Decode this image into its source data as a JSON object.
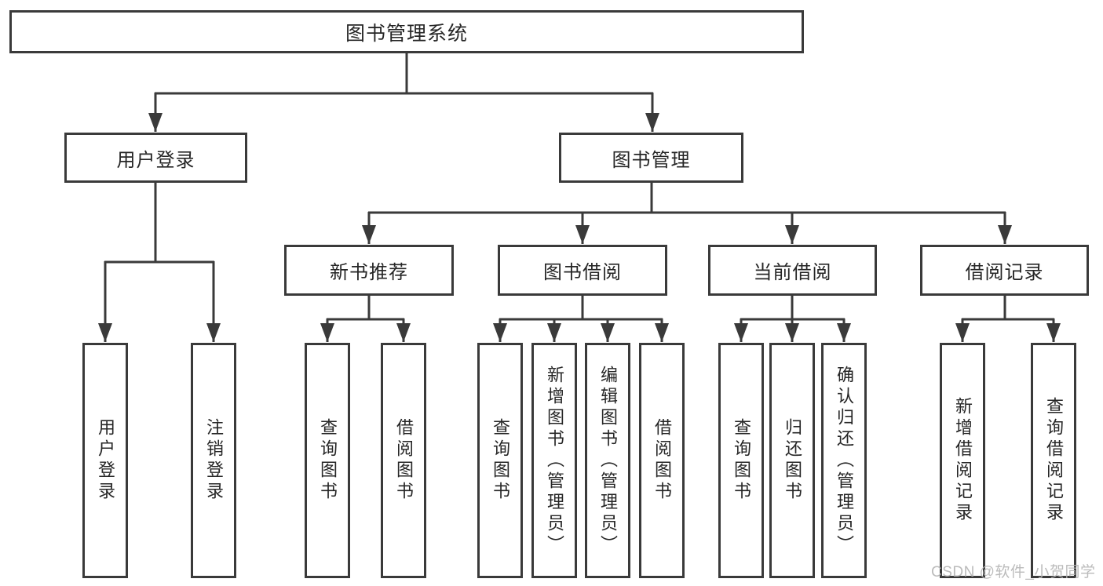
{
  "diagram": {
    "root": {
      "label": "图书管理系统"
    },
    "branches": [
      {
        "label": "用户登录",
        "children": [
          {
            "label": "用户登录"
          },
          {
            "label": "注销登录"
          }
        ]
      },
      {
        "label": "图书管理",
        "children": [
          {
            "label": "新书推荐",
            "children": [
              {
                "label": "查询图书"
              },
              {
                "label": "借阅图书"
              }
            ]
          },
          {
            "label": "图书借阅",
            "children": [
              {
                "label": "查询图书"
              },
              {
                "label": "新增图书（管理员）"
              },
              {
                "label": "编辑图书（管理员）"
              },
              {
                "label": "借阅图书"
              }
            ]
          },
          {
            "label": "当前借阅",
            "children": [
              {
                "label": "查询图书"
              },
              {
                "label": "归还图书"
              },
              {
                "label": "确认归还（管理员）"
              }
            ]
          },
          {
            "label": "借阅记录",
            "children": [
              {
                "label": "新增借阅记录"
              },
              {
                "label": "查询借阅记录"
              }
            ]
          }
        ]
      }
    ]
  },
  "watermark": {
    "text": "CSDN @软件_小贺同学",
    "color": "#b4b4b4"
  },
  "colors": {
    "line": "#3a3a3a",
    "text": "#262626",
    "background": "#ffffff"
  }
}
